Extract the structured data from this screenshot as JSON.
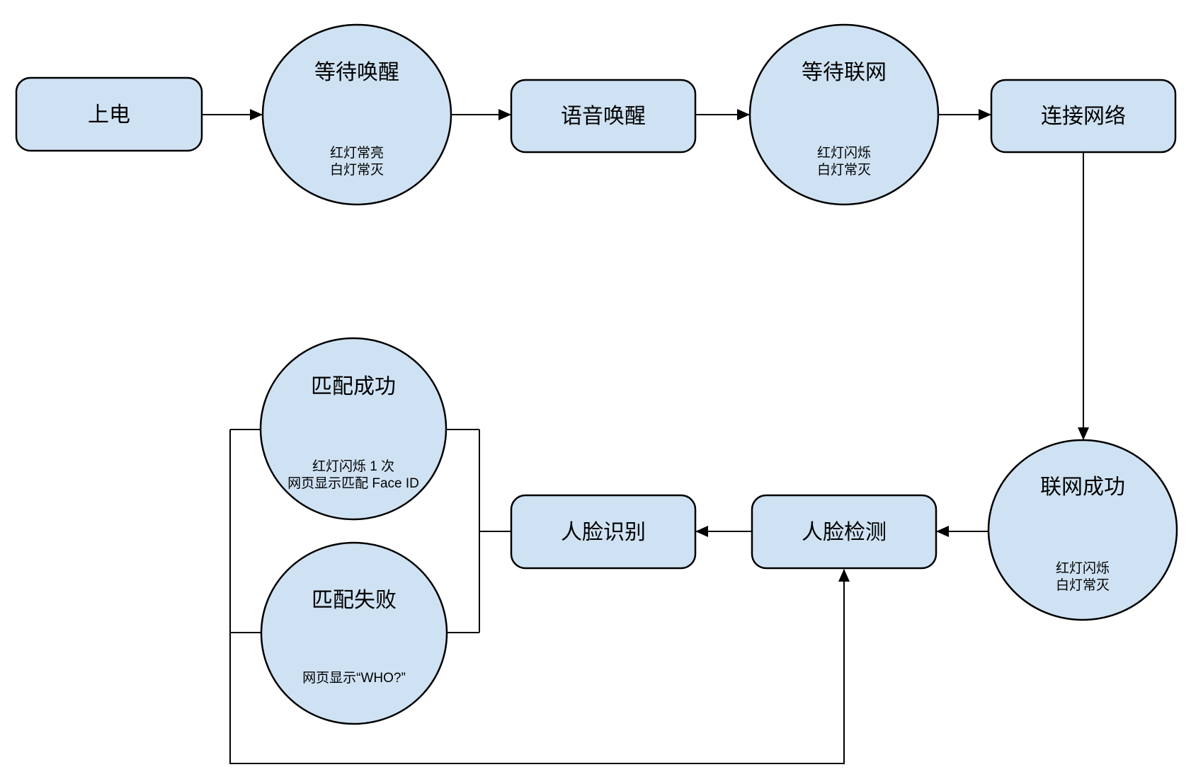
{
  "diagram": {
    "colors": {
      "node_fill": "#cfe2f3",
      "node_stroke": "#000000",
      "line": "#000000",
      "background": "#ffffff"
    },
    "nodes": {
      "power_on": {
        "label": "上电"
      },
      "wait_wake": {
        "label": "等待唤醒",
        "sub": [
          "红灯常亮",
          "白灯常灭"
        ]
      },
      "voice_wake": {
        "label": "语音唤醒"
      },
      "wait_network": {
        "label": "等待联网",
        "sub": [
          "红灯闪烁",
          "白灯常灭"
        ]
      },
      "connect_network": {
        "label": "连接网络"
      },
      "network_success": {
        "label": "联网成功",
        "sub": [
          "红灯闪烁",
          "白灯常灭"
        ]
      },
      "face_detect": {
        "label": "人脸检测"
      },
      "face_recognize": {
        "label": "人脸识别"
      },
      "match_success": {
        "label": "匹配成功",
        "sub": [
          "红灯闪烁 1 次",
          "网页显示匹配 Face ID"
        ]
      },
      "match_fail": {
        "label": "匹配失败",
        "sub": [
          "网页显示“WHO?”"
        ]
      }
    }
  }
}
